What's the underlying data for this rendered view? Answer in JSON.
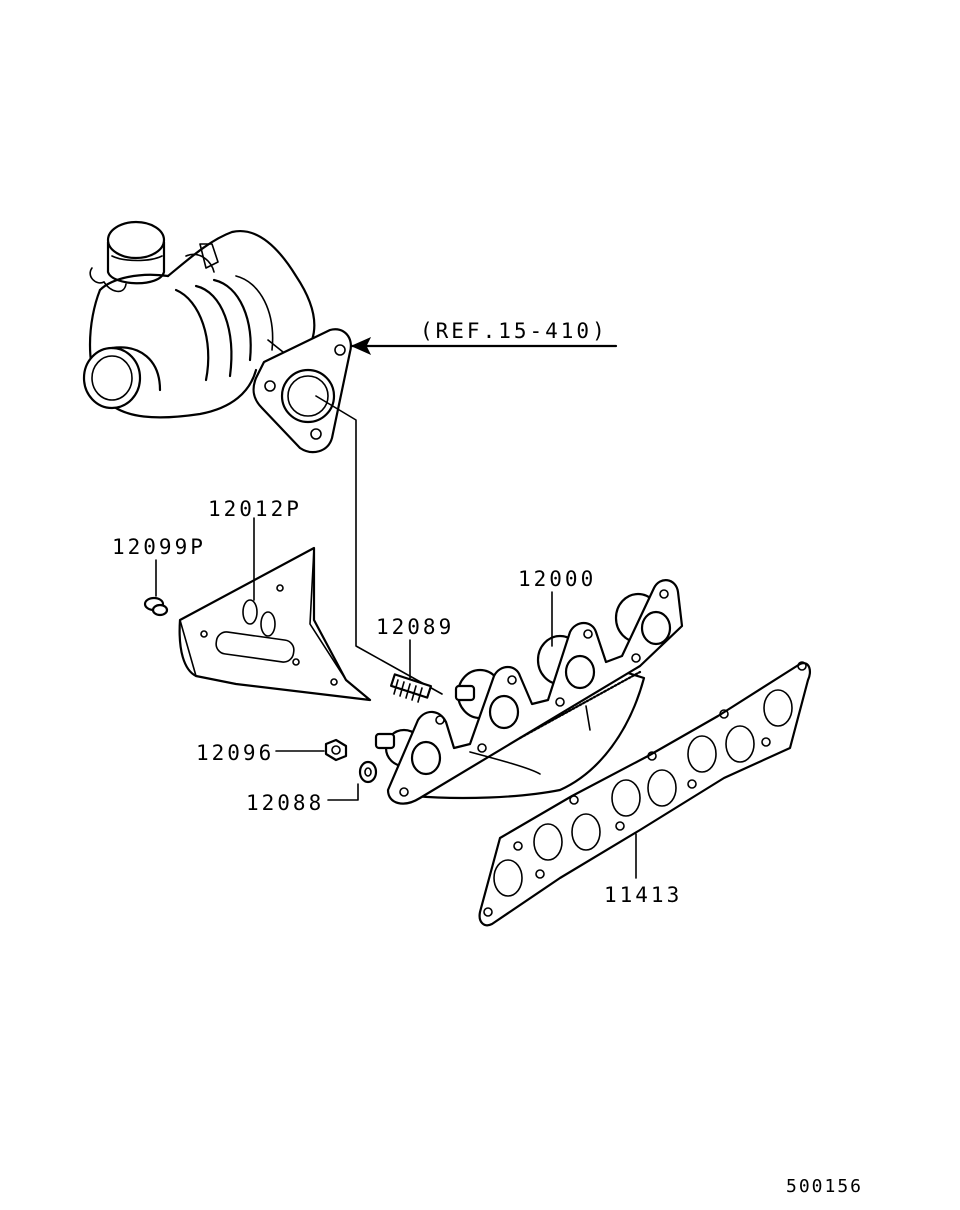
{
  "diagram": {
    "reference_label": "(REF.15-410)",
    "drawing_code": "500156",
    "parts": [
      {
        "id": "turbocharger",
        "number": ""
      },
      {
        "id": "heat-shield",
        "number": "12012P"
      },
      {
        "id": "shield-bolt",
        "number": "12099P"
      },
      {
        "id": "stud-bolt",
        "number": "12089"
      },
      {
        "id": "exhaust-manifold",
        "number": "12000"
      },
      {
        "id": "manifold-nut",
        "number": "12096"
      },
      {
        "id": "manifold-washer",
        "number": "12088"
      },
      {
        "id": "manifold-gasket",
        "number": "11413"
      }
    ]
  }
}
